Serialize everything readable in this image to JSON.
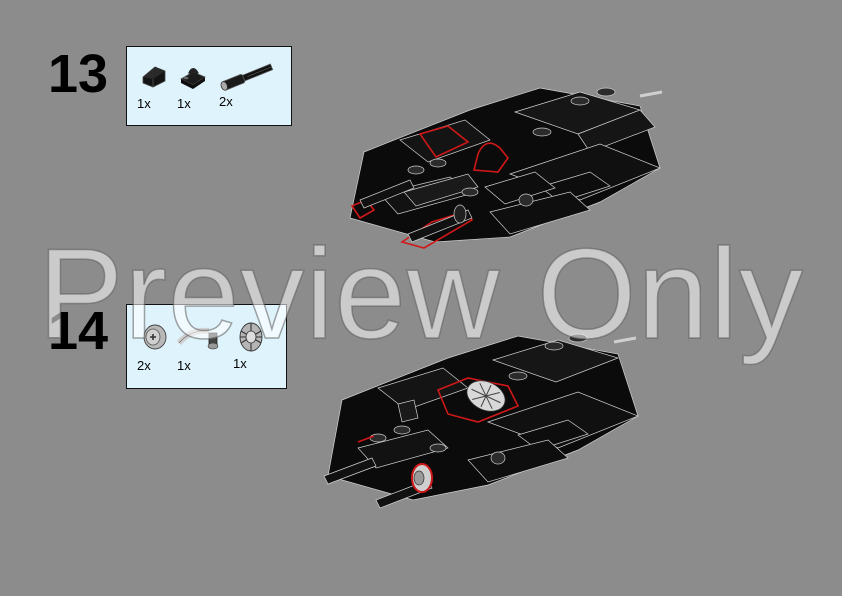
{
  "steps": [
    {
      "number": "13",
      "parts": [
        {
          "icon": "slope-brick-icon",
          "qty": "1x"
        },
        {
          "icon": "clip-plate-icon",
          "qty": "1x"
        },
        {
          "icon": "technic-axle-pin-icon",
          "qty": "2x"
        }
      ]
    },
    {
      "number": "14",
      "parts": [
        {
          "icon": "bush-wheel-icon",
          "qty": "2x"
        },
        {
          "icon": "bar-holder-clip-icon",
          "qty": "1x"
        },
        {
          "icon": "bevel-gear-icon",
          "qty": "1x"
        }
      ]
    }
  ],
  "watermark": "Preview Only",
  "colors": {
    "background": "#8c8c8c",
    "parts_box": "#dff3fc",
    "model_body": "#0b0b0b",
    "highlight": "#d01818"
  }
}
